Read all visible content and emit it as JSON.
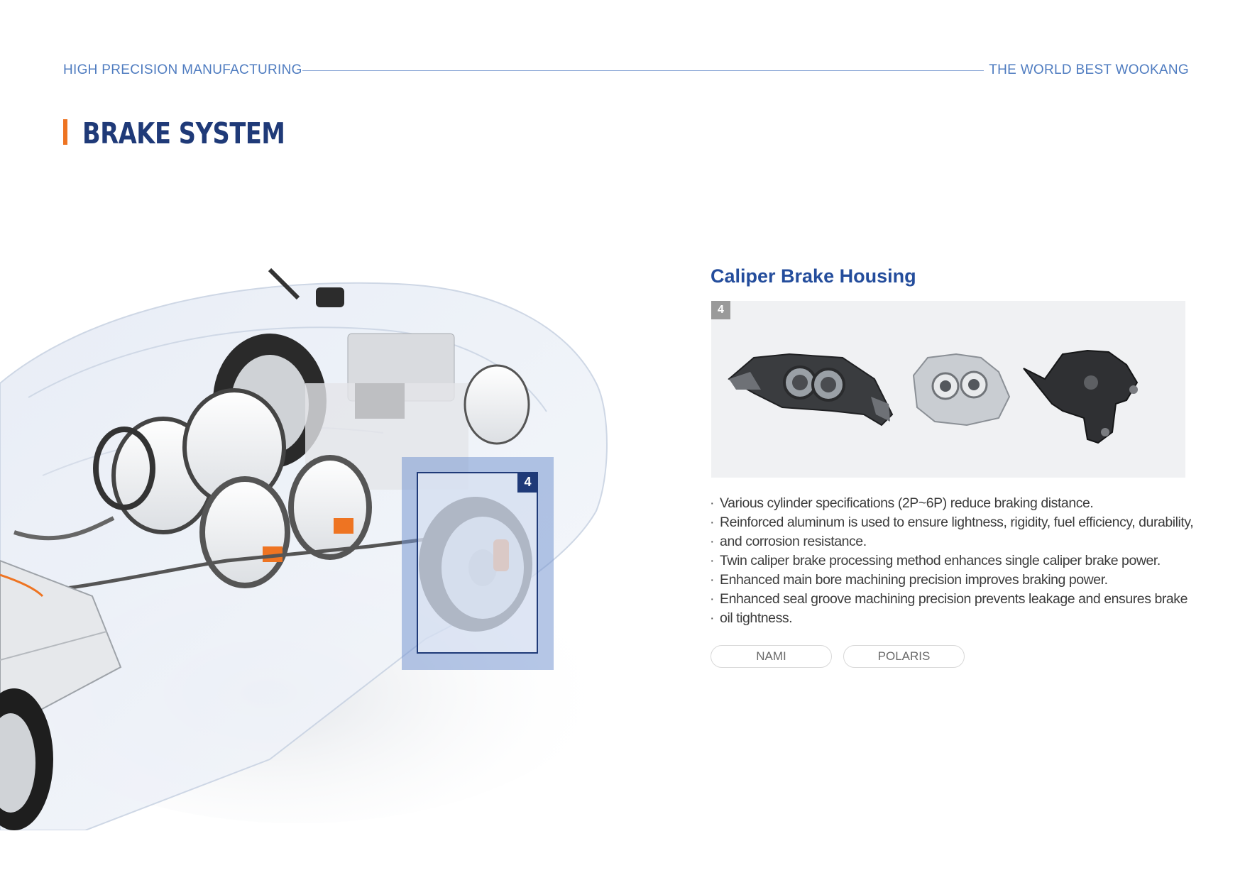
{
  "header": {
    "left_text": "HIGH PRECISION MANUFACTURING",
    "right_text": "THE WORLD BEST WOOKANG"
  },
  "page": {
    "title": "BRAKE SYSTEM"
  },
  "illustration": {
    "callout_number": "4"
  },
  "product": {
    "heading": "Caliper Brake Housing",
    "badge": "4",
    "features": [
      "Various cylinder specifications (2P~6P) reduce braking distance.",
      "Reinforced aluminum is used to ensure lightness, rigidity, fuel efficiency, durability,",
      "and corrosion resistance.",
      "Twin caliper brake processing method enhances single caliper brake power.",
      "Enhanced main bore machining precision improves braking power.",
      "Enhanced seal groove machining precision prevents leakage and ensures brake",
      "oil tightness."
    ],
    "tags": [
      "NAMI",
      "POLARIS"
    ]
  },
  "colors": {
    "accent": "#ee7422",
    "brand_navy": "#1f3a78",
    "header_blue": "#4f7cc0"
  }
}
